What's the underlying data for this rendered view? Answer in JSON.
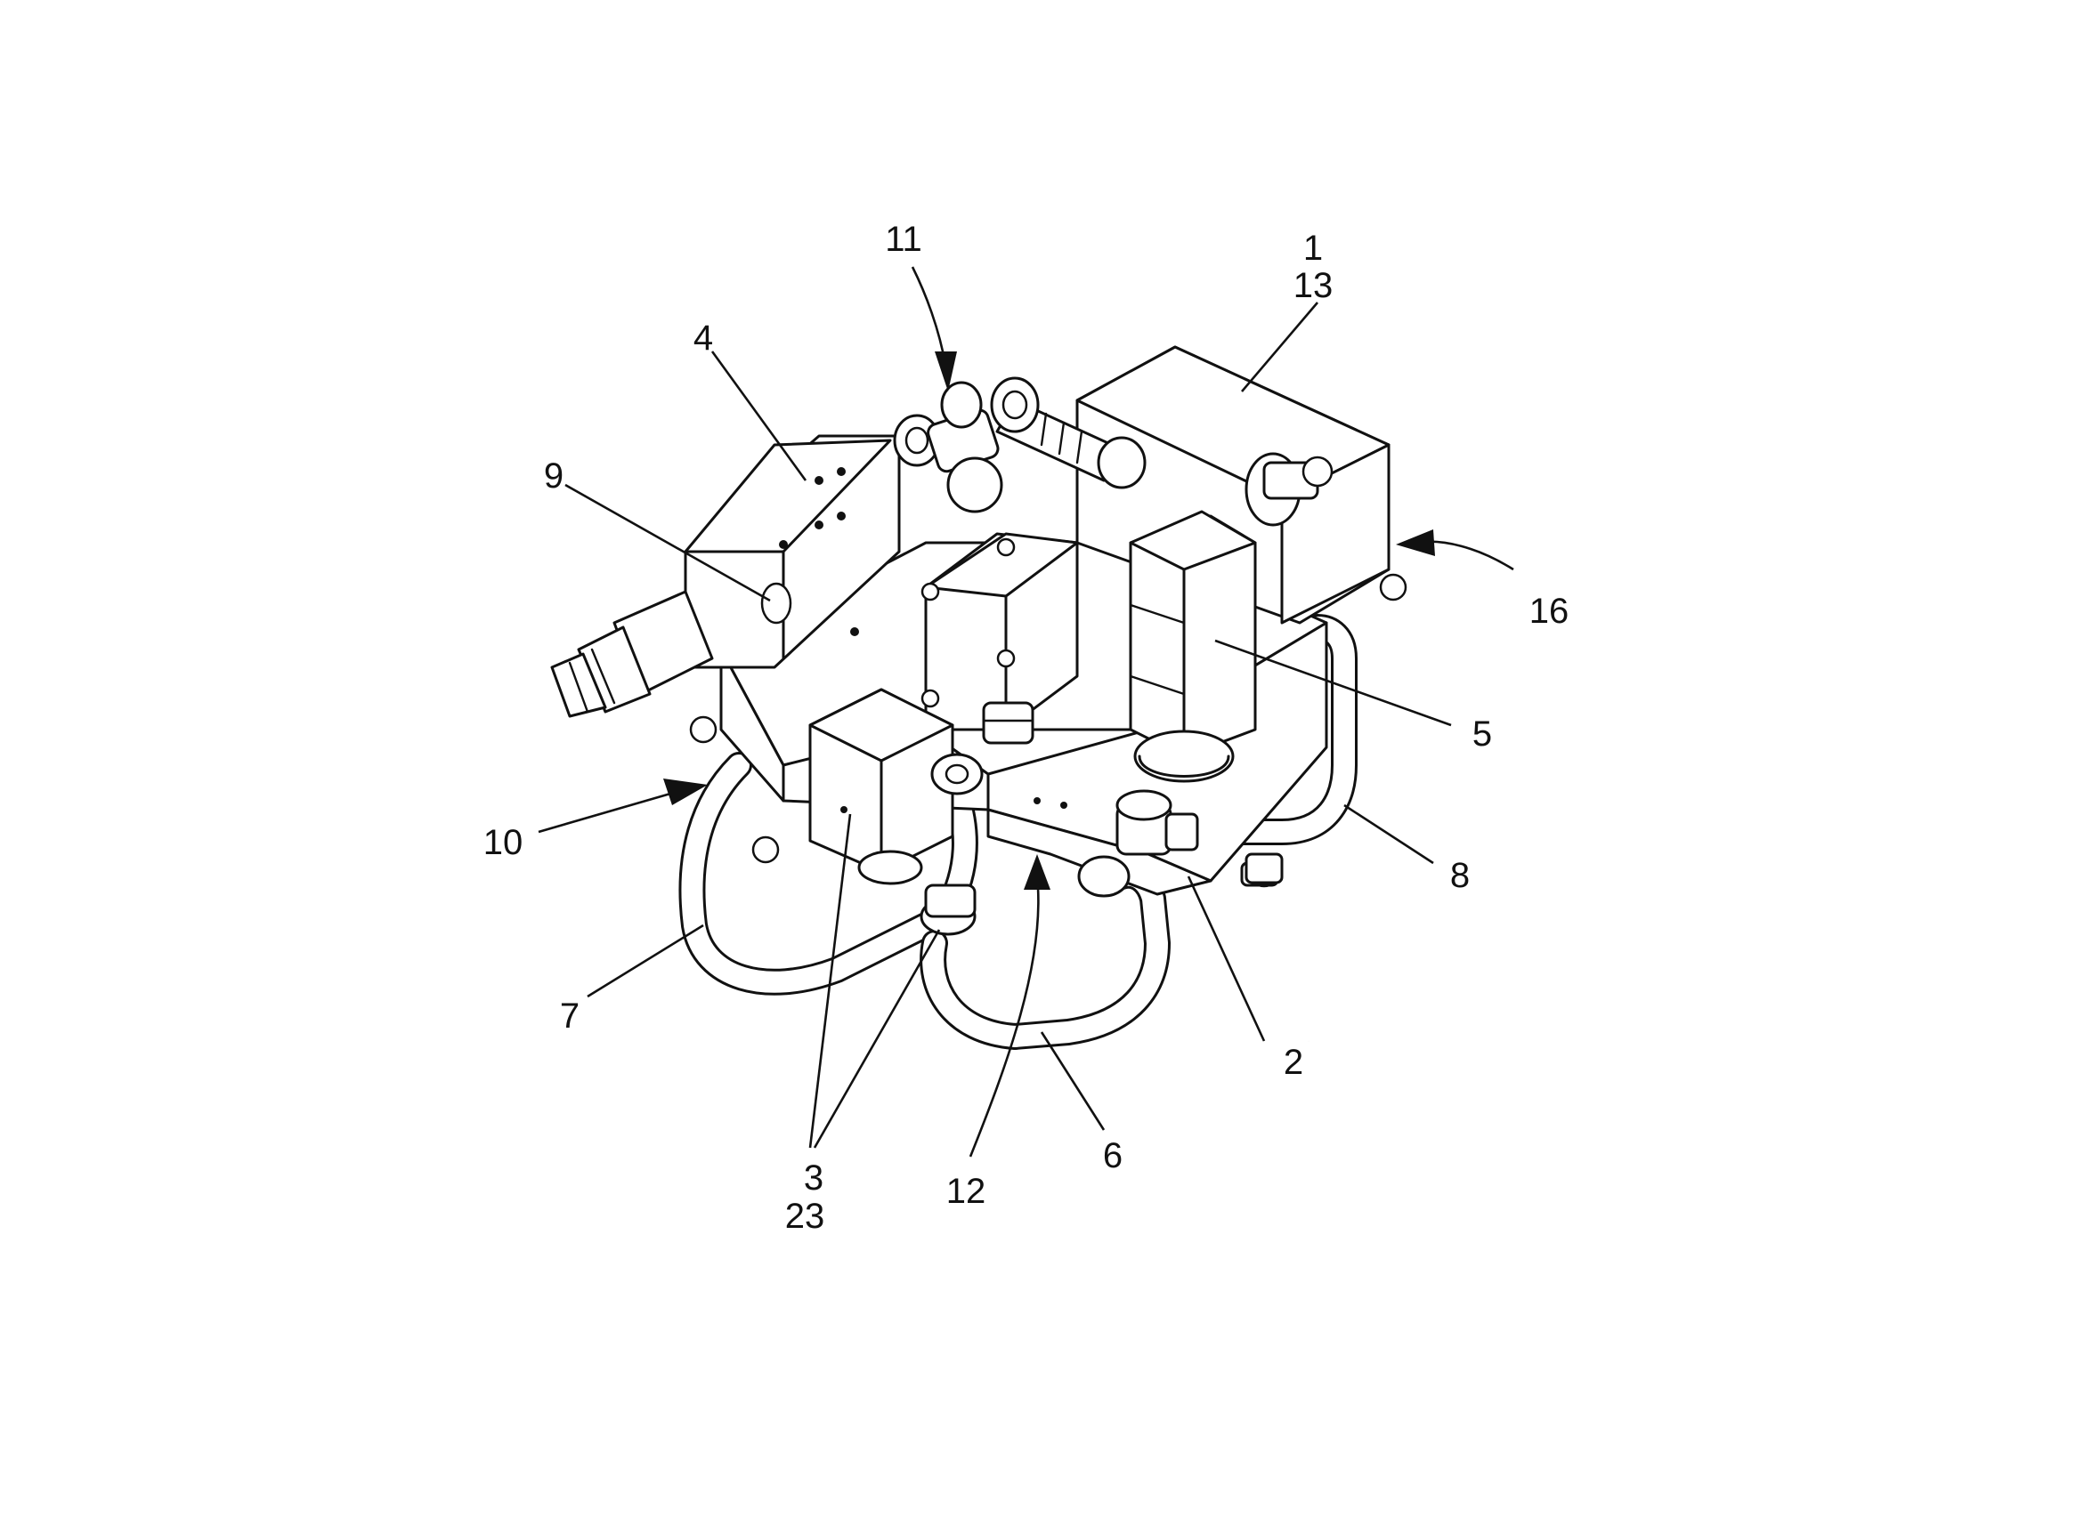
{
  "figure": {
    "callouts": [
      {
        "id": "c11",
        "lines": [
          "11"
        ]
      },
      {
        "id": "c1-13",
        "lines": [
          "1",
          "13"
        ]
      },
      {
        "id": "c4",
        "lines": [
          "4"
        ]
      },
      {
        "id": "c9",
        "lines": [
          "9"
        ]
      },
      {
        "id": "c16",
        "lines": [
          "16"
        ]
      },
      {
        "id": "c5",
        "lines": [
          "5"
        ]
      },
      {
        "id": "c10",
        "lines": [
          "10"
        ]
      },
      {
        "id": "c8",
        "lines": [
          "8"
        ]
      },
      {
        "id": "c7",
        "lines": [
          "7"
        ]
      },
      {
        "id": "c2",
        "lines": [
          "2"
        ]
      },
      {
        "id": "c6",
        "lines": [
          "6"
        ]
      },
      {
        "id": "c12",
        "lines": [
          "12"
        ]
      },
      {
        "id": "c3-23",
        "lines": [
          "3",
          "23"
        ]
      }
    ]
  }
}
